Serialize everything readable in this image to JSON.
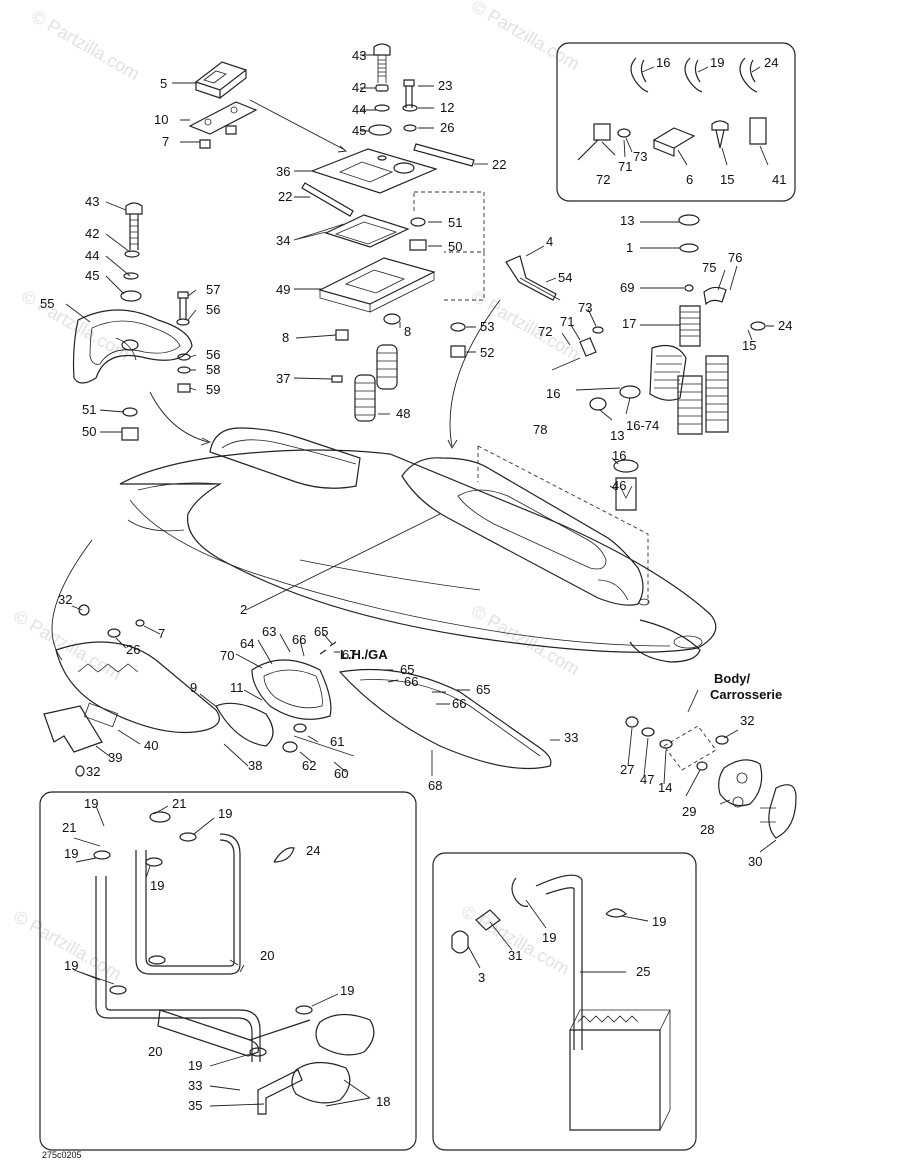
{
  "diagram": {
    "reference_code": "275c0205",
    "watermark": "© Partzilla.com",
    "body_label_en": "Body/",
    "body_label_fr": "Carrosserie",
    "side_label": "L.H./GA",
    "part_numbers": [
      "1",
      "2",
      "3",
      "4",
      "5",
      "6",
      "7",
      "8",
      "9",
      "10",
      "11",
      "12",
      "13",
      "14",
      "15",
      "16",
      "16-74",
      "17",
      "18",
      "19",
      "20",
      "21",
      "22",
      "23",
      "24",
      "25",
      "26",
      "27",
      "28",
      "29",
      "30",
      "31",
      "32",
      "33",
      "34",
      "35",
      "36",
      "37",
      "38",
      "39",
      "40",
      "41",
      "42",
      "43",
      "44",
      "45",
      "46",
      "47",
      "48",
      "49",
      "50",
      "51",
      "52",
      "53",
      "54",
      "55",
      "56",
      "57",
      "58",
      "59",
      "60",
      "61",
      "62",
      "63",
      "64",
      "65",
      "66",
      "67",
      "68",
      "69",
      "70",
      "71",
      "72",
      "73",
      "75",
      "76",
      "78"
    ]
  }
}
